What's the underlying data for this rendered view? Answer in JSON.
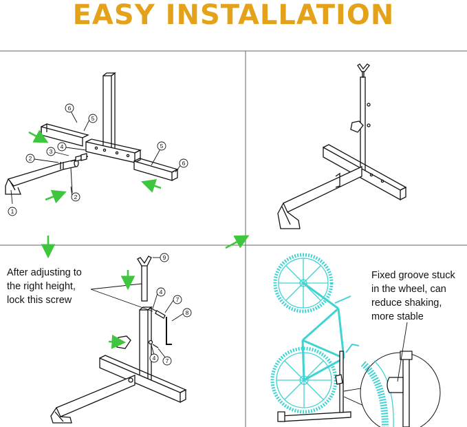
{
  "title": "EASY INSTALLATION",
  "colors": {
    "title": "#e3a21a",
    "arrow": "#3ec63e",
    "line": "#111111",
    "bike": "#3fd3d3",
    "grid": "#555555"
  },
  "panel1": {
    "callouts": [
      "6",
      "5",
      "4",
      "3",
      "2",
      "2",
      "1",
      "5",
      "6"
    ]
  },
  "panel3": {
    "note": [
      "After adjusting to",
      "the right height,",
      "lock this screw"
    ],
    "callouts": [
      "9",
      "4",
      "7",
      "8",
      "4",
      "7"
    ]
  },
  "panel4": {
    "note": [
      "Fixed groove stuck",
      "in the wheel, can",
      "reduce shaking,",
      "more stable"
    ]
  }
}
